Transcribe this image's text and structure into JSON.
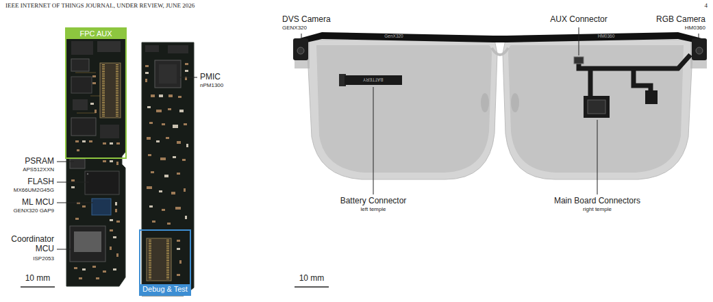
{
  "diagram": {
    "nodes": [
      {
        "text": [
          "FPC AUX"
        ]
      },
      {
        "text": [
          "Debug & Test"
        ]
      }
    ],
    "labels": [
      "IEEE INTERNET OF THINGS JOURNAL, UNDER REVIEW, JUNE 2026",
      "4",
      "PSRAM",
      "APS512XXN",
      "FLASH",
      "MX66UM2G45G",
      "ML MCU",
      "GENX320 GAP9",
      "Coordinator MCU",
      "ISP2053",
      "PMIC",
      "nPM1300",
      "10 mm",
      "DVS Camera",
      "GENX320",
      "AUX Connector",
      "RGB Camera",
      "HM0360",
      "Battery Connector",
      "left temple",
      "Main Board Connectors",
      "right temple",
      "10 mm",
      "GenX320",
      "HM0360",
      "BATTERY"
    ]
  }
}
